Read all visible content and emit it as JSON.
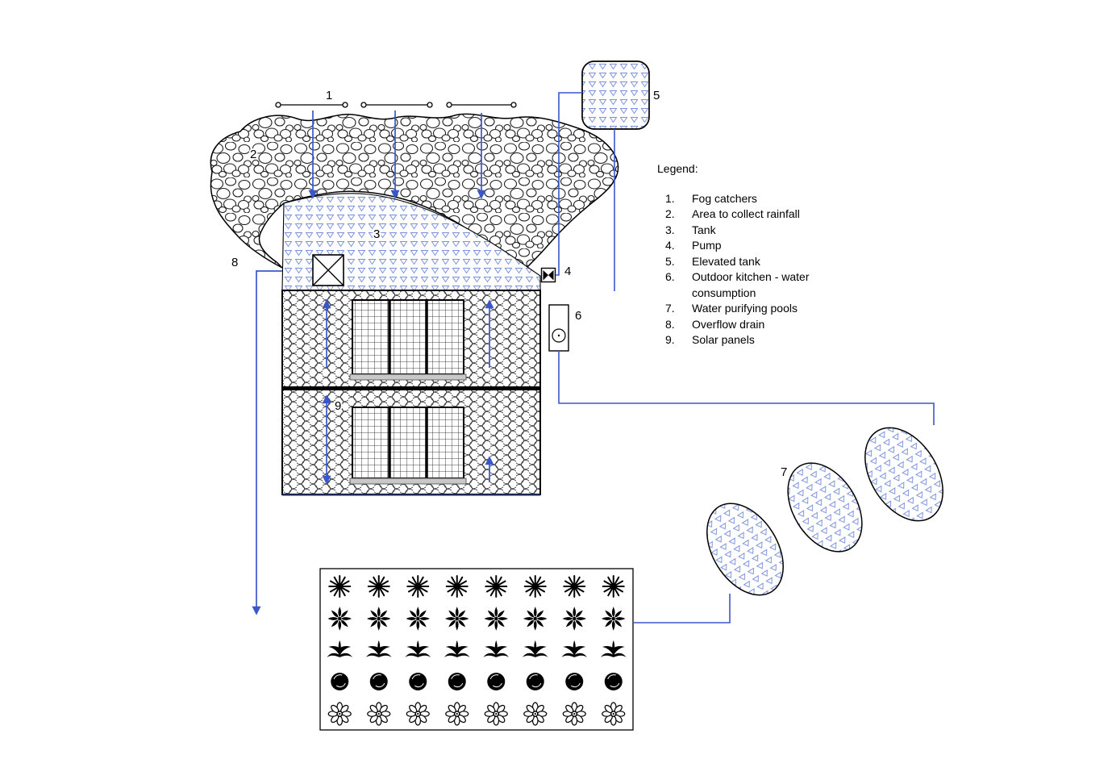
{
  "labels": {
    "l1": "1",
    "l2": "2",
    "l3": "3",
    "l4": "4",
    "l5": "5",
    "l6": "6",
    "l7": "7",
    "l8": "8",
    "l9": "9"
  },
  "legend": {
    "title": "Legend:",
    "items": [
      {
        "num": "1.",
        "text": "Fog catchers"
      },
      {
        "num": "2.",
        "text": "Area to collect rainfall"
      },
      {
        "num": "3.",
        "text": "Tank"
      },
      {
        "num": "4.",
        "text": "Pump"
      },
      {
        "num": "5.",
        "text": "Elevated tank"
      },
      {
        "num": "6.",
        "text": "Outdoor kitchen - water consumption"
      },
      {
        "num": "7.",
        "text": "Water purifying pools"
      },
      {
        "num": "8.",
        "text": "Overflow drain"
      },
      {
        "num": "9.",
        "text": "Solar panels"
      }
    ]
  },
  "colors": {
    "pipe_blue": "#3a57c9",
    "hatch_blue": "#7b93dd",
    "outline_black": "#000000",
    "panel_sill_gray": "#c8c8c8"
  }
}
